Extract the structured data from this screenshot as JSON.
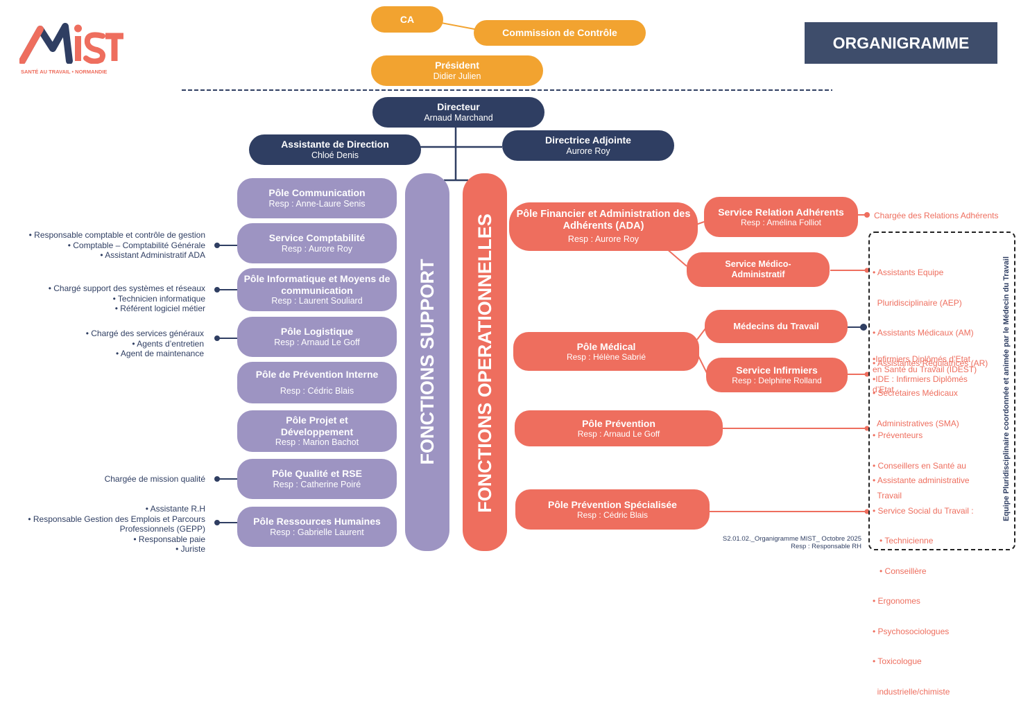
{
  "logo": {
    "text": "MIST",
    "tagline": "SANTÉ AU TRAVAIL • NORMANDIE"
  },
  "page_title": "ORGANIGRAMME",
  "top": {
    "ca": "CA",
    "commission": "Commission de Contrôle",
    "president": {
      "title": "Président",
      "name": "Didier Julien"
    }
  },
  "direction": {
    "directeur": {
      "title": "Directeur",
      "name": "Arnaud Marchand"
    },
    "assistante": {
      "title": "Assistante de Direction",
      "name": "Chloé Denis"
    },
    "adjointe": {
      "title": "Directrice Adjointe",
      "name": "Aurore Roy"
    }
  },
  "fonctions_support": {
    "label": "FONCTIONS SUPPORT",
    "poles": [
      {
        "title": "Pôle Communication",
        "resp": "Resp : Anne-Laure Senis"
      },
      {
        "title": "Service Comptabilité",
        "resp": "Resp : Aurore Roy"
      },
      {
        "title": "Pôle Informatique et Moyens de communication",
        "resp": "Resp : Laurent Souliard"
      },
      {
        "title": "Pôle Logistique",
        "resp": "Resp : Arnaud Le Goff"
      },
      {
        "title": "Pôle de Prévention Interne",
        "resp": "Resp : Cédric Blais"
      },
      {
        "title": "Pôle Projet et Développement",
        "resp": "Resp : Marion Bachot"
      },
      {
        "title": "Pôle Qualité et RSE",
        "resp": "Resp : Catherine Poiré"
      },
      {
        "title": "Pôle Ressources Humaines",
        "resp": "Resp : Gabrielle Laurent"
      }
    ],
    "side_lists": {
      "comptabilite": [
        "• Responsable comptable et contrôle de gestion",
        "• Comptable – Comptabilité Générale",
        "• Assistant Administratif ADA"
      ],
      "informatique": [
        "• Chargé support des systèmes et réseaux",
        "• Technicien informatique",
        "• Référent logiciel métier"
      ],
      "logistique": [
        "• Chargé des services généraux",
        "• Agents d’entretien",
        "• Agent de maintenance"
      ],
      "qualite": [
        "Chargée de mission qualité"
      ],
      "rh": [
        "• Assistante R.H",
        "• Responsable Gestion des Emplois et Parcours",
        "Professionnels (GEPP)",
        "• Responsable paie",
        "• Juriste"
      ]
    }
  },
  "fonctions_operationnelles": {
    "label": "FONCTIONS OPERATIONNELLES",
    "ada": {
      "title": "Pôle Financier et Administration des Adhérents (ADA)",
      "resp": "Resp : Aurore Roy"
    },
    "relation": {
      "title": "Service Relation Adhérents",
      "resp": "Resp : Amélina Folliot"
    },
    "medico_admin": {
      "title": "Service Médico-Administratif"
    },
    "medical": {
      "title": "Pôle Médical",
      "resp": "Resp : Hélène Sabrié"
    },
    "medecins": {
      "title": "Médecins du Travail"
    },
    "infirmiers": {
      "title": "Service Infirmiers",
      "resp": "Resp : Delphine Rolland"
    },
    "prevention": {
      "title": "Pôle Prévention",
      "resp": "Resp : Arnaud Le Goff"
    },
    "prevention_spe": {
      "title": "Pôle Prévention Spécialisée",
      "resp": "Resp : Cédric Blais"
    },
    "relation_item": "Chargée des Relations Adhérents",
    "right_lists": {
      "medico": [
        "• Assistants Equipe",
        "  Pluridisciplinaire (AEP)",
        "• Assistants Médicaux (AM)",
        "• Assistantes Régulatrices (AR)",
        "• Secrétaires Médicaux",
        "  Administratives (SMA)"
      ],
      "infirmiers": [
        "•Infirmiers Diplômés d’Etat",
        "en Santé du Travail (IDEST)",
        "•IDE : Infirmiers Diplômés",
        "d’Etat"
      ],
      "prevention": [
        "• Préventeurs",
        "• Conseillers en Santé au",
        "  Travail"
      ],
      "prevention_spe": [
        "• Assistante administrative",
        "• Service Social du Travail :",
        "   • Technicienne",
        "   • Conseillère",
        "• Ergonomes",
        "• Psychosociologues",
        "• Toxicologue",
        "  industrielle/chimiste"
      ]
    },
    "equipe_label": "Equipe Pluridisciplinaire coordonnée et animée par le Médecin du Travail"
  },
  "footer": {
    "ref": "S2.01.02._Organigramme MIST_ Octobre 2025",
    "resp": "Resp : Responsable RH"
  },
  "colors": {
    "orange": "#f2a330",
    "navy": "#2f3e62",
    "purple": "#9d94c2",
    "coral": "#ee6e5e"
  }
}
